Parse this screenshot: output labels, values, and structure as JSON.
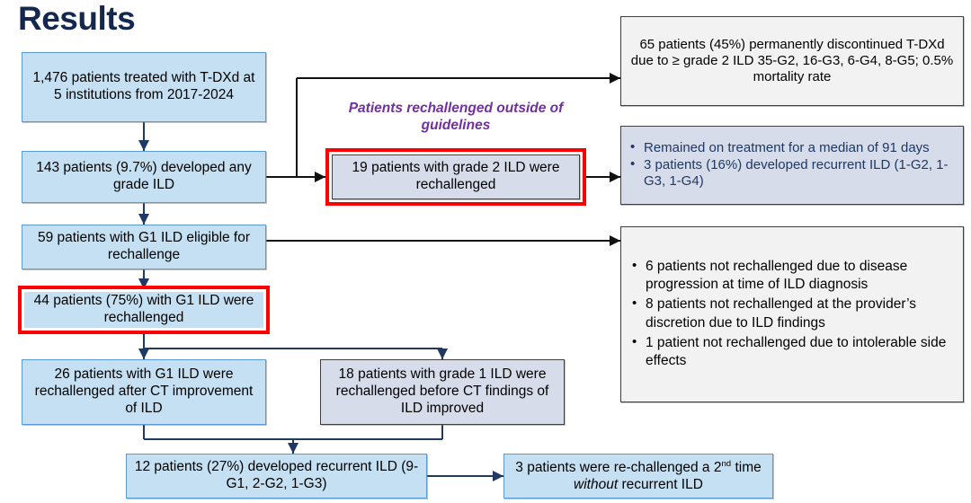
{
  "title": "Results",
  "labels": {
    "rechallenged_outside": "Patients rechallenged outside of guidelines"
  },
  "colors": {
    "title": "#14284f",
    "blue_fill": "#c5e0f2",
    "blue_border": "#5b9bd5",
    "lavender_fill": "#d6dcea",
    "grey_fill": "#f2f2f2",
    "dark_border": "#3f3f3f",
    "highlight": "#ff0000",
    "purple_text": "#7030a0",
    "navy_text": "#1f3864",
    "connector": "#1f3864"
  },
  "nodes": {
    "cohort": "1,476 patients treated with T-DXd at 5 institutions from 2017-2024",
    "any_ild": "143 patients (9.7%) developed any grade ILD",
    "discontinued": "65 patients (45%) permanently discontinued T-DXd due to ≥ grade 2 ILD 35-G2, 16-G3, 6-G4, 8-G5; 0.5% mortality rate",
    "g2_rechallenged": "19 patients with grade 2 ILD were rechallenged",
    "g2_outcomes": [
      "Remained on treatment for a median of 91 days",
      "3 patients (16%) developed recurrent ILD (1-G2, 1-G3, 1-G4)"
    ],
    "eligible": "59 patients with G1 ILD eligible for rechallenge",
    "rechallenged_44": "44 patients (75%) with G1 ILD were rechallenged",
    "not_rechallenged": [
      "6 patients not rechallenged due to disease progression at time of ILD diagnosis",
      "8 patients not rechallenged at the provider’s discretion due to ILD findings",
      "1 patient not rechallenged due to intolerable side effects"
    ],
    "after_ct": "26 patients with G1 ILD were rechallenged after CT improvement of ILD",
    "before_ct": "18 patients with grade 1 ILD were rechallenged before CT findings of ILD improved",
    "recurrent": "12 patients (27%) developed recurrent ILD (9-G1, 2-G2, 1-G3)",
    "second_rechallenge_pre": "3 patients were re-challenged a 2",
    "second_rechallenge_sup": "nd",
    "second_rechallenge_mid": " time ",
    "second_rechallenge_ital": "without",
    "second_rechallenge_post": " recurrent ILD"
  }
}
